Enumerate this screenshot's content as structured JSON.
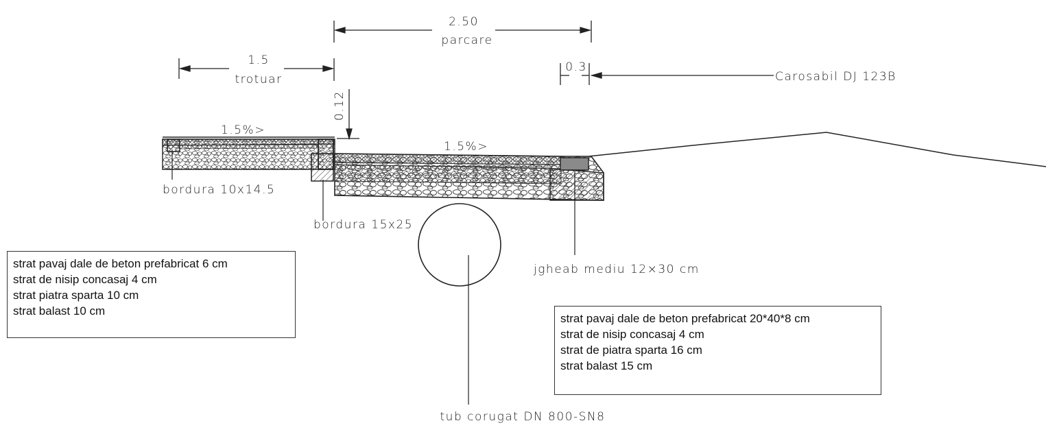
{
  "dimensions": {
    "parcare_value": "2.50",
    "parcare_label": "parcare",
    "trotuar_value": "1.5",
    "trotuar_label": "trotuar",
    "gap_value": "0.3",
    "step_value": "0.12",
    "road_label": "Carosabil  DJ 123B"
  },
  "slopes": {
    "sidewalk": "1.5%>",
    "parking": "1.5%>"
  },
  "callouts": {
    "curb_small": "bordura 10x14.5",
    "curb_large": "bordura 15x25",
    "gutter": "jgheab mediu 12×30 cm",
    "pipe": "tub corugat DN 800-SN8"
  },
  "legend_sidewalk": [
    "strat pavaj dale de beton prefabricat 6 cm",
    "strat de nisip concasaj 4 cm",
    "strat piatra sparta 10 cm",
    "strat balast 10 cm"
  ],
  "legend_parking": [
    "strat pavaj dale de beton prefabricat 20*40*8 cm",
    "strat de nisip concasaj 4 cm",
    "strat de piatra sparta 16 cm",
    "strat balast 15 cm"
  ],
  "colors": {
    "line": "#222222",
    "gutter_fill": "#8a8a8a"
  }
}
